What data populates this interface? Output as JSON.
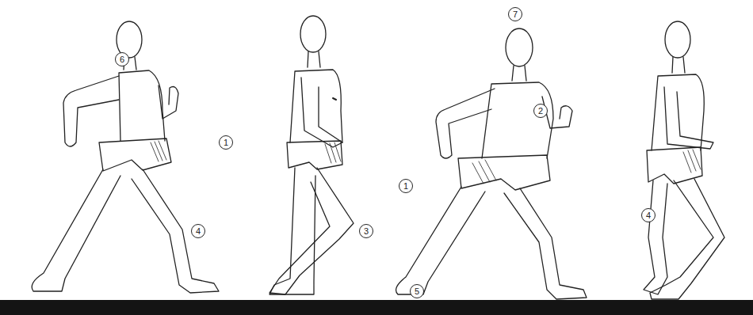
{
  "diagram": {
    "labels": [
      "6",
      "1",
      "4",
      "3",
      "7",
      "2",
      "1",
      "5",
      "4"
    ]
  }
}
